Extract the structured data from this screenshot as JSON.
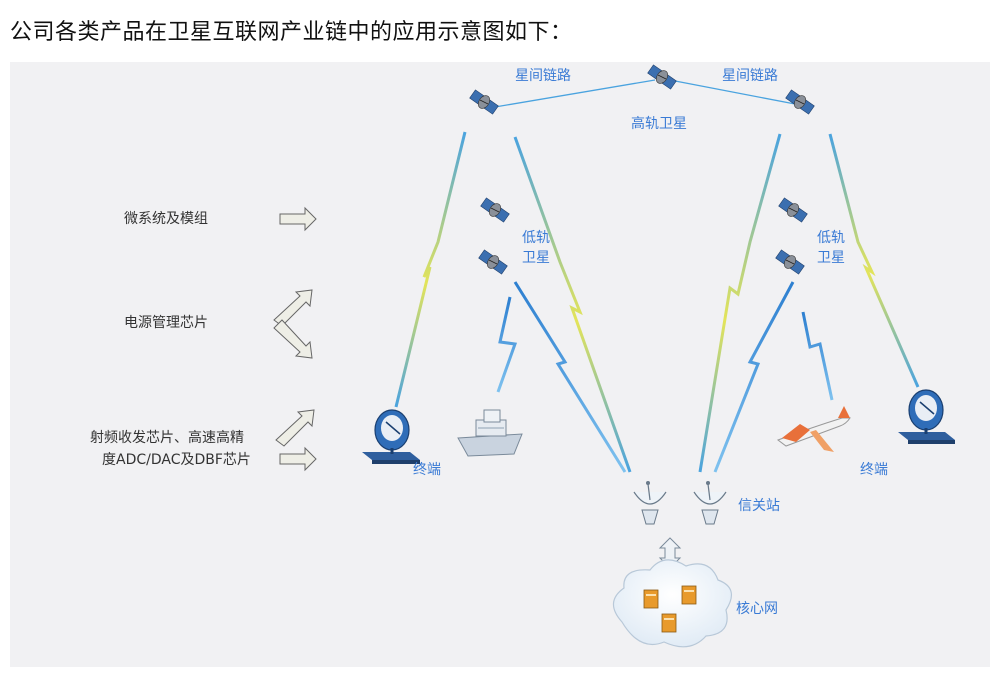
{
  "heading": "公司各类产品在卫星互联网产业链中的应用示意图如下：",
  "left_labels": {
    "micro": "微系统及模组",
    "power": "电源管理芯片",
    "rf_line1": "射频收发芯片、高速高精",
    "rf_line2": "度ADC/DAC及DBF芯片"
  },
  "labels": {
    "isl_left": "星间链路",
    "isl_right": "星间链路",
    "geo": "高轨卫星",
    "leo_left_1": "低轨",
    "leo_left_2": "卫星",
    "leo_right_1": "低轨",
    "leo_right_2": "卫星",
    "terminal_left": "终端",
    "terminal_right": "终端",
    "gateway": "信关站",
    "core": "核心网"
  },
  "colors": {
    "label_blue": "#3a7bd5",
    "link_blue": "#4aa3df",
    "link_yellow": "#e3e45a",
    "panel": "#f1f1f3"
  }
}
